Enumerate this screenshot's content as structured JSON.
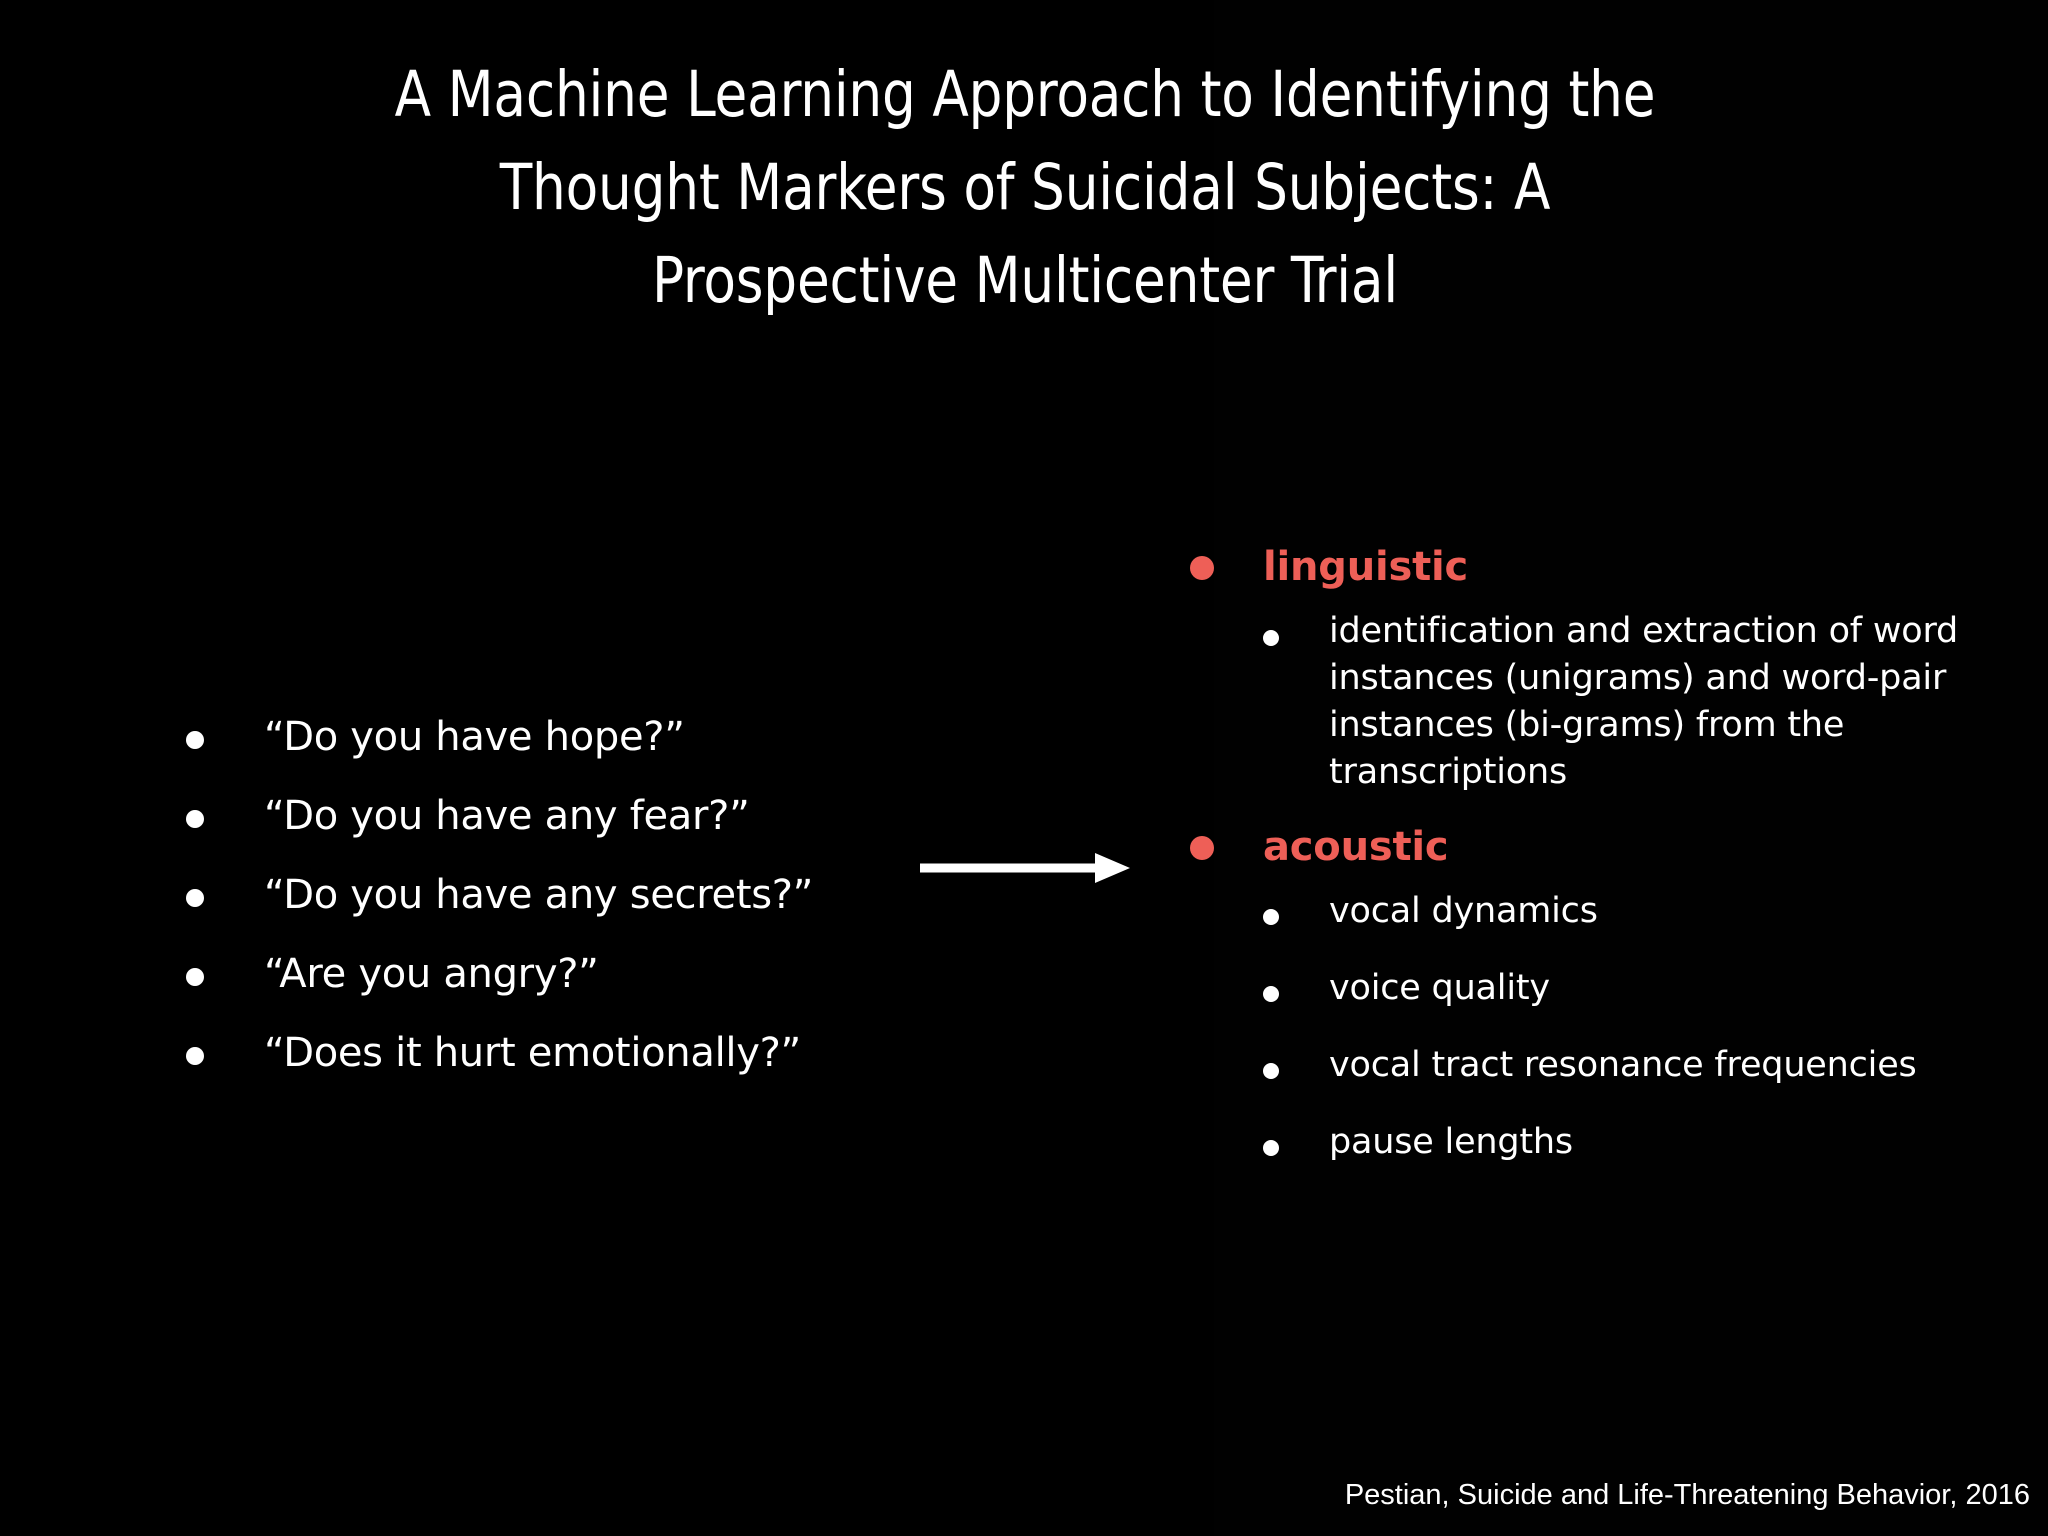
{
  "slide": {
    "background_color": "#000000",
    "accent_color": "#ee5f57",
    "text_color": "#ffffff"
  },
  "title": {
    "lines": [
      "A Machine Learning Approach to Identifying the",
      "Thought Markers of Suicidal Subjects: A",
      "Prospective Multicenter Trial"
    ]
  },
  "questions": {
    "items": [
      {
        "text": "“Do you have hope?”"
      },
      {
        "text": "“Do you have any fear?”"
      },
      {
        "text": "“Do you have any secrets?”"
      },
      {
        "text": "“Are you angry?”"
      },
      {
        "text": "“Does it hurt emotionally?”"
      }
    ]
  },
  "arrow": {
    "icon": "arrow-right-icon",
    "color": "#ffffff"
  },
  "features": {
    "groups": [
      {
        "title": "linguistic",
        "color": "#ee5f57",
        "items": [
          "identification and extraction of word instances (unigrams) and word-pair instances (bi-grams) from the transcriptions"
        ]
      },
      {
        "title": "acoustic",
        "color": "#ee5f57",
        "items": [
          "vocal dynamics",
          "voice quality",
          "vocal tract resonance frequencies",
          "pause lengths"
        ]
      }
    ]
  },
  "citation": {
    "text": "Pestian, Suicide and Life-Threatening Behavior, 2016"
  }
}
